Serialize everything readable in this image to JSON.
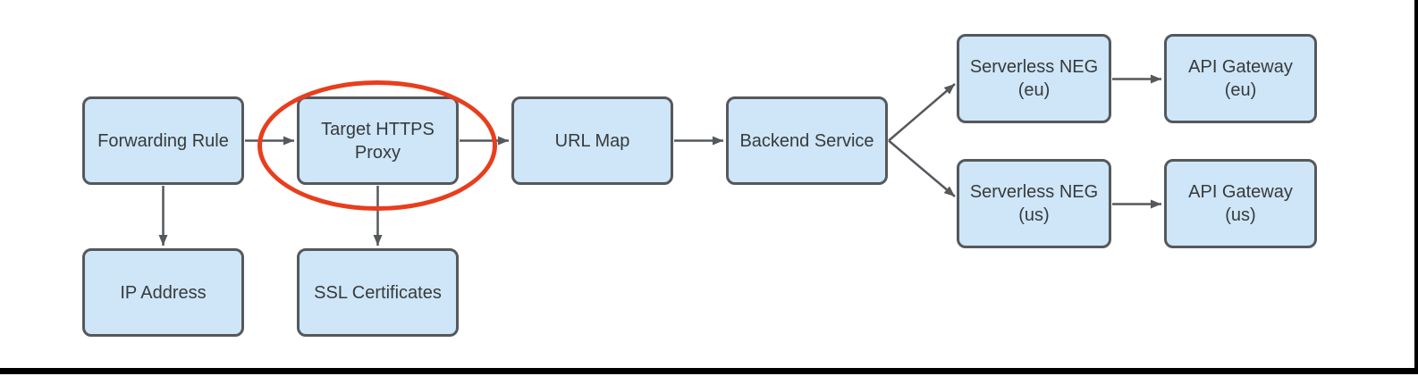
{
  "colors": {
    "node_fill": "#cee6f7",
    "node_border": "#55585c",
    "node_text": "#373a3c",
    "arrow": "#55585c",
    "highlight": "#e83e1d",
    "frame": "#000000"
  },
  "nodes": [
    {
      "name": "forwarding-rule",
      "label": "Forwarding Rule"
    },
    {
      "name": "target-https-proxy",
      "label": "Target HTTPS\nProxy"
    },
    {
      "name": "url-map",
      "label": "URL Map"
    },
    {
      "name": "backend-service",
      "label": "Backend Service"
    },
    {
      "name": "serverless-neg-eu",
      "label": "Serverless NEG\n(eu)"
    },
    {
      "name": "api-gateway-eu",
      "label": "API Gateway\n(eu)"
    },
    {
      "name": "serverless-neg-us",
      "label": "Serverless NEG\n(us)"
    },
    {
      "name": "api-gateway-us",
      "label": "API Gateway\n(us)"
    },
    {
      "name": "ip-address",
      "label": "IP Address"
    },
    {
      "name": "ssl-certificates",
      "label": "SSL Certificates"
    }
  ],
  "edges": [
    {
      "from": "forwarding-rule",
      "to": "target-https-proxy"
    },
    {
      "from": "target-https-proxy",
      "to": "url-map"
    },
    {
      "from": "url-map",
      "to": "backend-service"
    },
    {
      "from": "backend-service",
      "to": "serverless-neg-eu"
    },
    {
      "from": "backend-service",
      "to": "serverless-neg-us"
    },
    {
      "from": "serverless-neg-eu",
      "to": "api-gateway-eu"
    },
    {
      "from": "serverless-neg-us",
      "to": "api-gateway-us"
    },
    {
      "from": "forwarding-rule",
      "to": "ip-address"
    },
    {
      "from": "target-https-proxy",
      "to": "ssl-certificates"
    }
  ],
  "highlight": {
    "shape": "ellipse",
    "around": "target-https-proxy"
  }
}
